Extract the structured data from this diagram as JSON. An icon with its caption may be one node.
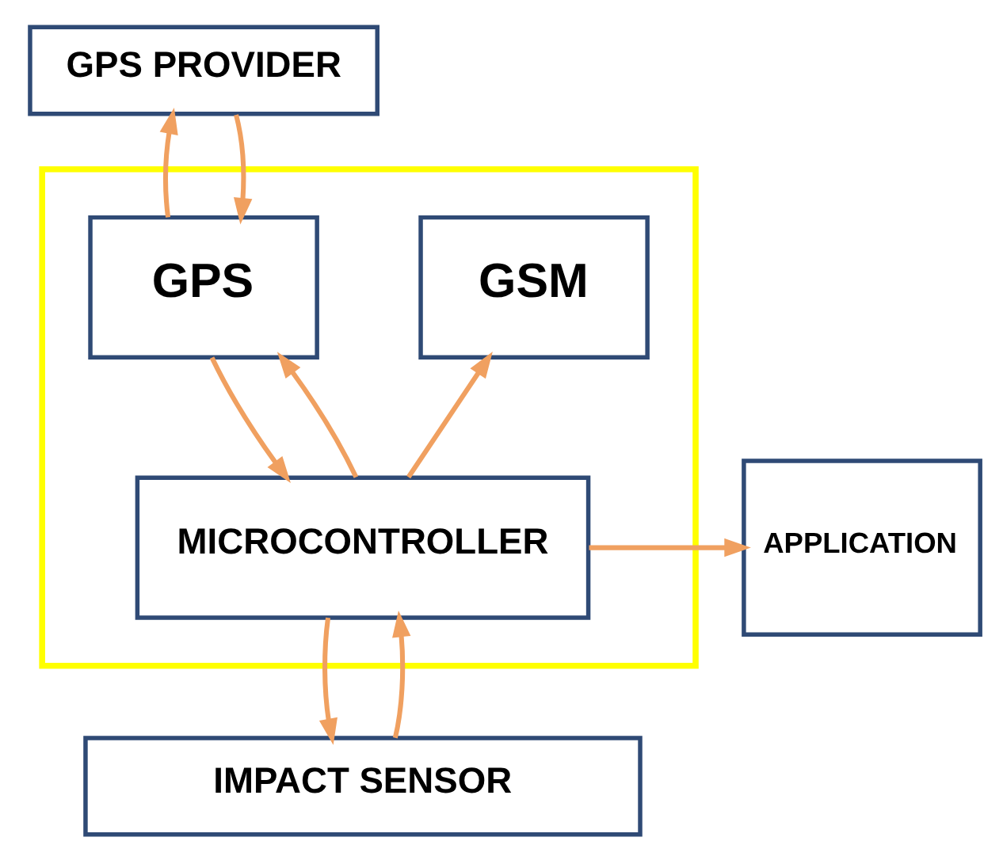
{
  "diagram": {
    "nodes": [
      {
        "text": [
          "GPS PROVIDER"
        ]
      },
      {
        "text": [],
        "shape": "box"
      },
      {
        "text": [
          "GPS"
        ],
        "in": 1
      },
      {
        "text": [
          "GSM"
        ],
        "in": 1
      },
      {
        "text": [
          "MICROCONTROLLER"
        ],
        "in": 1
      },
      {
        "text": [
          "APPLICATION"
        ]
      },
      {
        "text": [
          "IMPACT SENSOR"
        ]
      }
    ],
    "edges": [
      {
        "from": 2,
        "to": 0,
        "arrow": "to"
      },
      {
        "from": 0,
        "to": 2,
        "arrow": "to"
      },
      {
        "from": 2,
        "to": 4,
        "arrow": "to"
      },
      {
        "from": 4,
        "to": 2,
        "arrow": "to"
      },
      {
        "from": 4,
        "to": 3,
        "arrow": "to"
      },
      {
        "from": 4,
        "to": 5,
        "arrow": "to"
      },
      {
        "from": 4,
        "to": 6,
        "arrow": "to"
      },
      {
        "from": 6,
        "to": 4,
        "arrow": "to"
      }
    ]
  }
}
